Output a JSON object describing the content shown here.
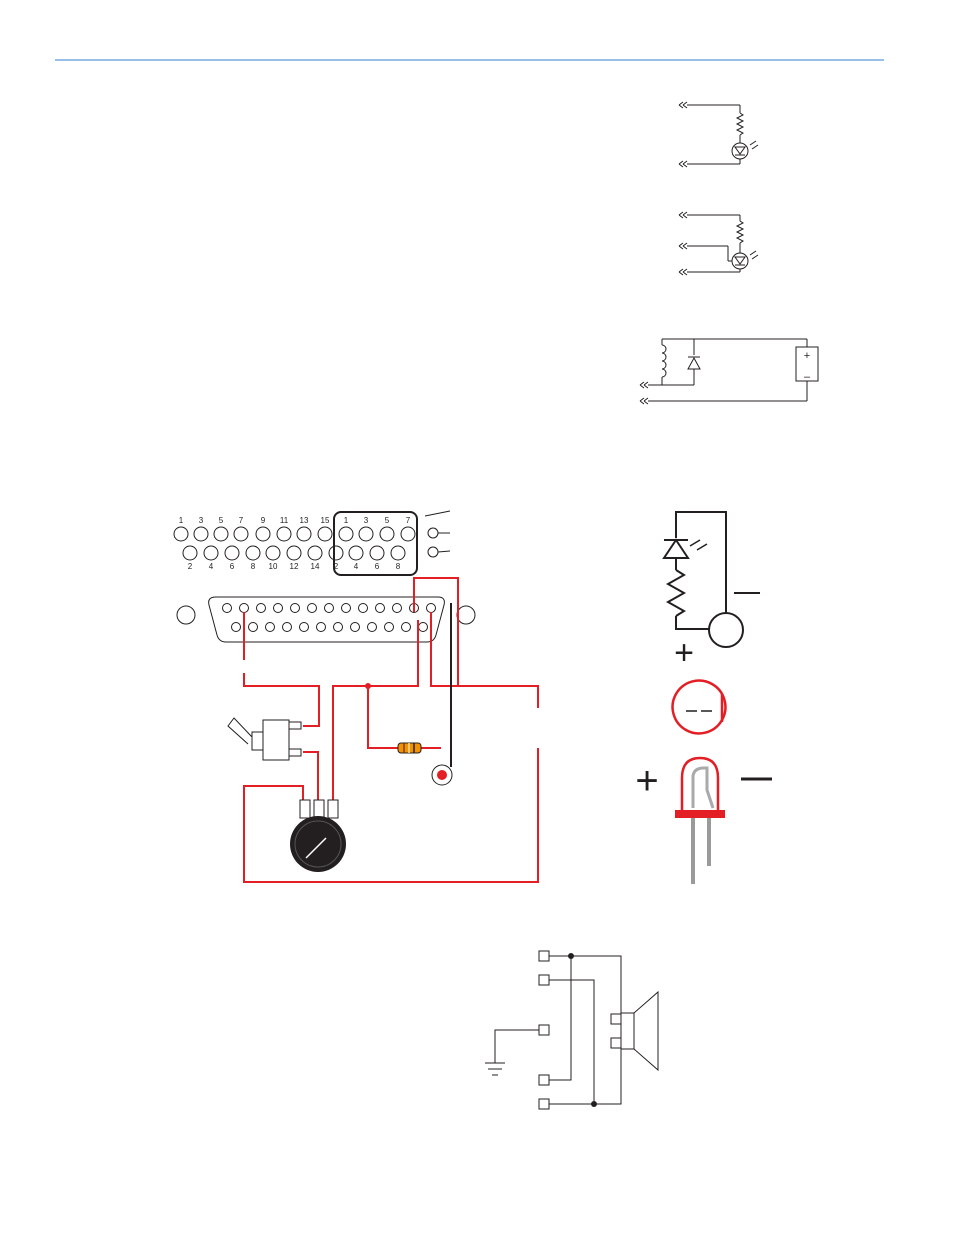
{
  "page": {
    "rule_color": "#2e7fd3",
    "wire_color": "#e31e24",
    "line_color": "#231f20"
  },
  "db25": {
    "top_pin_labels": [
      "1",
      "3",
      "5",
      "7",
      "9",
      "11",
      "13",
      "15"
    ],
    "bottom_pin_labels": [
      "2",
      "4",
      "6",
      "8",
      "10",
      "12",
      "14"
    ],
    "right_top_labels": [
      "1",
      "3",
      "5",
      "7"
    ],
    "right_bottom_labels": [
      "2",
      "4",
      "6",
      "8"
    ]
  },
  "led_symbol": {
    "plus_sign": "+",
    "minus_sign": "–"
  },
  "led_physical": {
    "plus_sign": "+",
    "minus_sign": "–"
  },
  "battery": {
    "plus_sign": "+",
    "minus_sign": "–"
  }
}
